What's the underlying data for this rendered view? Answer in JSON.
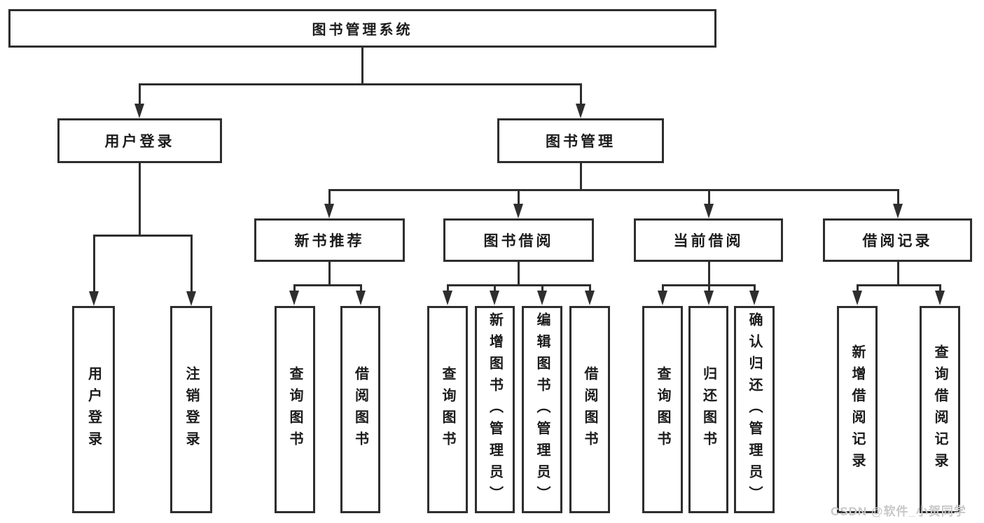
{
  "diagram": {
    "root": {
      "label": "图书管理系统"
    },
    "branches": [
      {
        "label": "用户登录",
        "children": [
          {
            "label": "用户登录"
          },
          {
            "label": "注销登录"
          }
        ]
      },
      {
        "label": "图书管理",
        "sections": [
          {
            "label": "新书推荐",
            "children": [
              {
                "label": "查询图书"
              },
              {
                "label": "借阅图书"
              }
            ]
          },
          {
            "label": "图书借阅",
            "children": [
              {
                "label": "查询图书"
              },
              {
                "label": "新增图书（管理员）"
              },
              {
                "label": "编辑图书（管理员）"
              },
              {
                "label": "借阅图书"
              }
            ]
          },
          {
            "label": "当前借阅",
            "children": [
              {
                "label": "查询图书"
              },
              {
                "label": "归还图书"
              },
              {
                "label": "确认归还（管理员）"
              }
            ]
          },
          {
            "label": "借阅记录",
            "children": [
              {
                "label": "新增借阅记录"
              },
              {
                "label": "查询借阅记录"
              }
            ]
          }
        ]
      }
    ]
  },
  "watermark": {
    "text": "CSDN @软件_小贺同学"
  },
  "colors": {
    "line": "#2e2e2e",
    "text": "#1c1c1c",
    "watermark": "#c8c8c8",
    "background": "#ffffff"
  }
}
